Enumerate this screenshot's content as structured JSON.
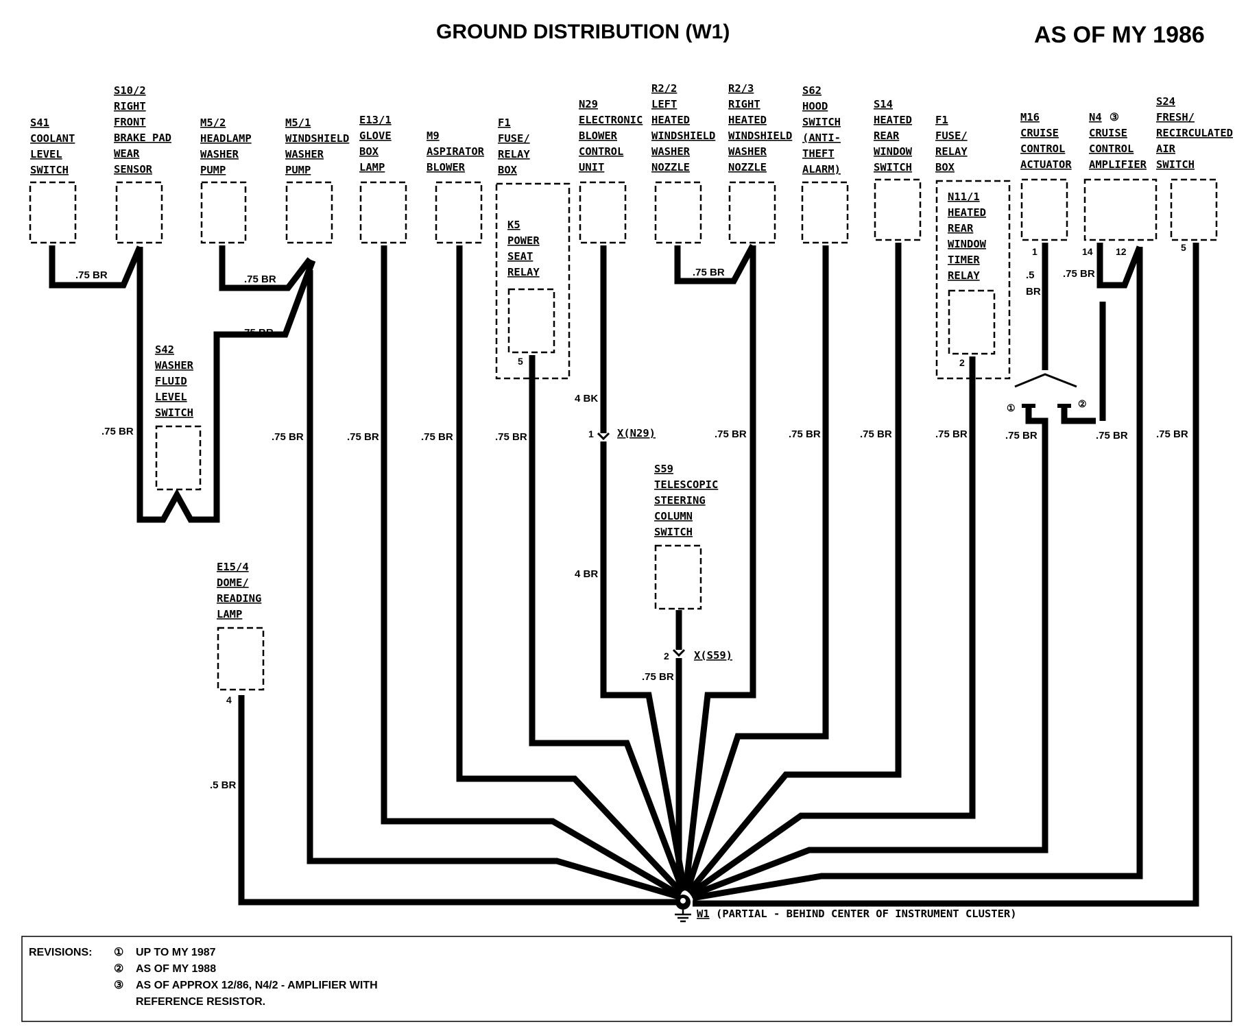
{
  "header": {
    "title": "GROUND DISTRIBUTION (W1)",
    "model_year": "AS OF MY 1986"
  },
  "components": {
    "s41": [
      "S41",
      "COOLANT",
      "LEVEL",
      "SWITCH"
    ],
    "s10_2": [
      "S10/2",
      "RIGHT",
      "FRONT",
      "BRAKE PAD",
      "WEAR",
      "SENSOR"
    ],
    "m5_2": [
      "M5/2",
      "HEADLAMP",
      "WASHER",
      "PUMP"
    ],
    "m5_1": [
      "M5/1",
      "WINDSHIELD",
      "WASHER",
      "PUMP"
    ],
    "e13_1": [
      "E13/1",
      "GLOVE",
      "BOX",
      "LAMP"
    ],
    "m9": [
      "M9",
      "ASPIRATOR",
      "BLOWER"
    ],
    "f1_left": [
      "F1",
      "FUSE/",
      "RELAY",
      "BOX"
    ],
    "k5": [
      "K5",
      "POWER",
      "SEAT",
      "RELAY"
    ],
    "n29": [
      "N29",
      "ELECTRONIC",
      "BLOWER",
      "CONTROL",
      "UNIT"
    ],
    "r2_2": [
      "R2/2",
      "LEFT",
      "HEATED",
      "WINDSHIELD",
      "WASHER",
      "NOZZLE"
    ],
    "r2_3": [
      "R2/3",
      "RIGHT",
      "HEATED",
      "WINDSHIELD",
      "WASHER",
      "NOZZLE"
    ],
    "s62": [
      "S62",
      "HOOD",
      "SWITCH",
      "(ANTI-",
      "THEFT",
      "ALARM)"
    ],
    "s14": [
      "S14",
      "HEATED",
      "REAR",
      "WINDOW",
      "SWITCH"
    ],
    "f1_right": [
      "F1",
      "FUSE/",
      "RELAY",
      "BOX"
    ],
    "n11_1": [
      "N11/1",
      "HEATED",
      "REAR",
      "WINDOW",
      "TIMER",
      "RELAY"
    ],
    "m16": [
      "M16",
      "CRUISE",
      "CONTROL",
      "ACTUATOR"
    ],
    "n4": [
      "N4",
      "CRUISE",
      "CONTROL",
      "AMPLIFIER"
    ],
    "n4_note": "③",
    "s24": [
      "S24",
      "FRESH/",
      "RECIRCULATED",
      "AIR",
      "SWITCH"
    ],
    "s42": [
      "S42",
      "WASHER",
      "FLUID",
      "LEVEL",
      "SWITCH"
    ],
    "s59": [
      "S59",
      "TELESCOPIC",
      "STEERING",
      "COLUMN",
      "SWITCH"
    ],
    "e15_4": [
      "E15/4",
      "DOME/",
      "READING",
      "LAMP"
    ]
  },
  "pins": {
    "k5": "5",
    "n11_1": "2",
    "m16": "1",
    "n4_a": "14",
    "n4_b": "12",
    "s24": "5",
    "e15_4": "4",
    "x_n29": "1",
    "x_s59": "2"
  },
  "connectors": {
    "x_n29": "X(N29)",
    "x_s59": "X(S59)"
  },
  "wires": {
    "w_075": ".75 BR",
    "w_05": ".5 BR",
    "w_05_top": ".5",
    "w_br": "BR",
    "w_4bk": "4 BK",
    "w_4br": "4 BR"
  },
  "ground": {
    "code": "W1",
    "label": "(PARTIAL - BEHIND CENTER OF INSTRUMENT CLUSTER)"
  },
  "variants": {
    "v1": "①",
    "v2": "②"
  },
  "revisions": {
    "heading": "REVISIONS:",
    "items": [
      {
        "marker": "①",
        "text": "UP TO MY 1987"
      },
      {
        "marker": "②",
        "text": "AS OF MY 1988"
      },
      {
        "marker": "③",
        "text": "AS OF APPROX 12/86, N4/2 - AMPLIFIER WITH"
      }
    ],
    "continuation": "REFERENCE RESISTOR."
  }
}
